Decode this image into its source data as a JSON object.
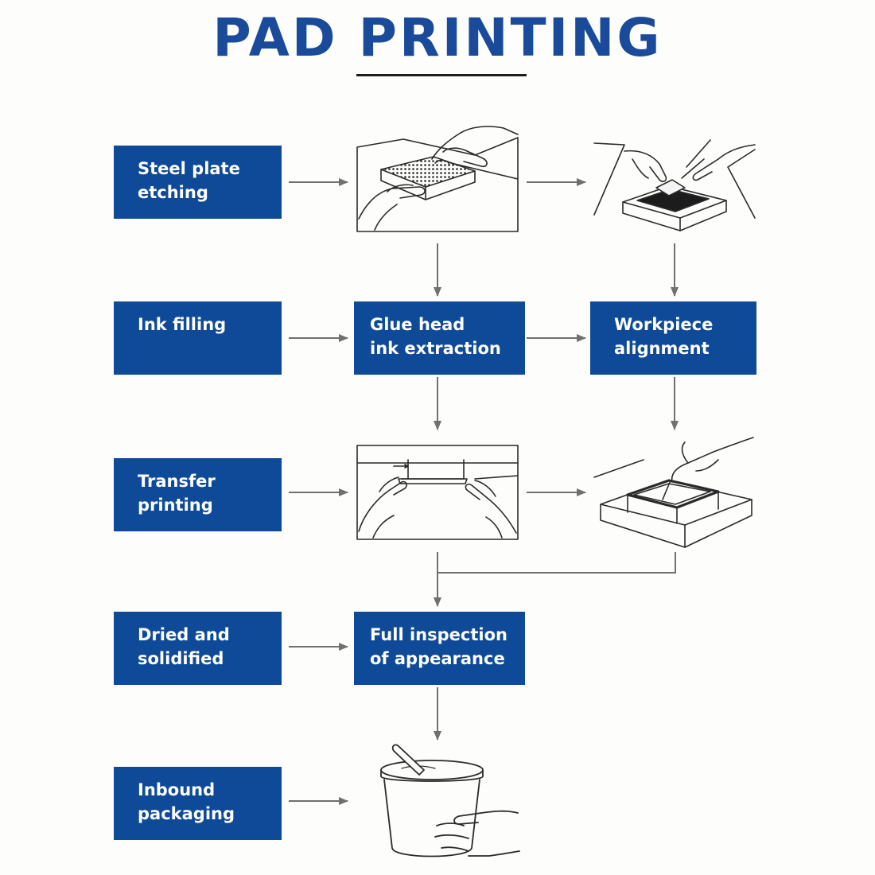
{
  "title": "PAD PRINTING",
  "colors": {
    "title": "#1a4a9a",
    "box": "#0e4a97",
    "box_text": "#ffffff",
    "arrow": "#707070",
    "sketch": "#2a2a2a"
  },
  "steps": {
    "steel_plate_etching": {
      "line1": "Steel plate",
      "line2": "etching"
    },
    "ink_filling": {
      "line1": "Ink filling",
      "line2": ""
    },
    "glue_head_ink_extraction": {
      "line1": "Glue head",
      "line2": "ink extraction"
    },
    "workpiece_alignment": {
      "line1": "Workpiece",
      "line2": "alignment"
    },
    "transfer_printing": {
      "line1": "Transfer",
      "line2": "printing"
    },
    "dried_and_solidified": {
      "line1": "Dried and",
      "line2": "solidified"
    },
    "full_inspection_of_appearance": {
      "line1": "Full inspection",
      "line2": "of appearance"
    },
    "inbound_packaging": {
      "line1": "Inbound",
      "line2": "packaging"
    }
  },
  "illustrations": [
    "plate-etching-sketch",
    "plate-alignment-sketch",
    "pad-transfer-sketch",
    "fixture-printing-sketch",
    "packaging-bucket-sketch"
  ]
}
